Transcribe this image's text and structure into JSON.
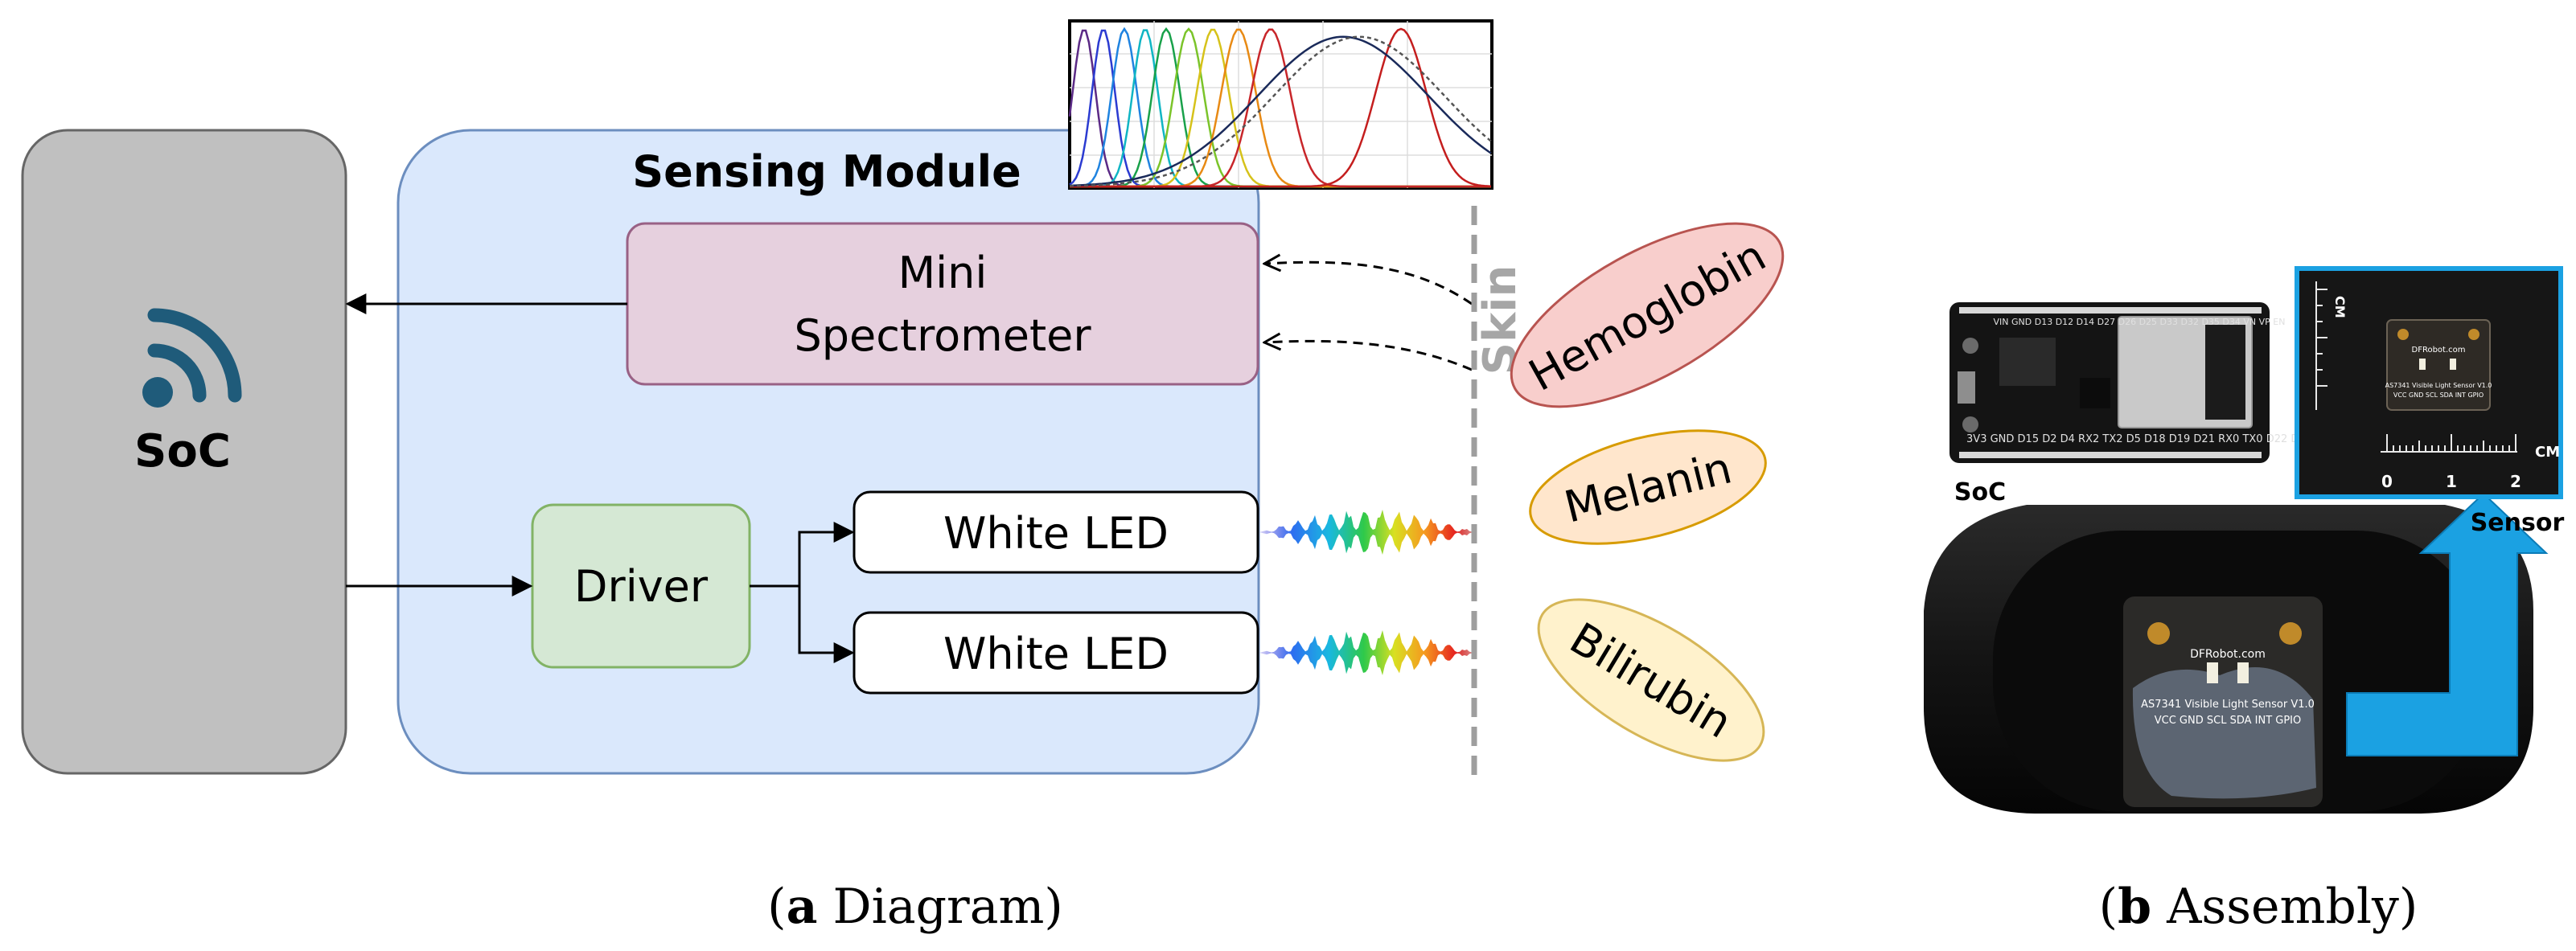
{
  "diagram": {
    "soc_label": "SoC",
    "sensing_module_title": "Sensing Module",
    "spectrometer_line1": "Mini",
    "spectrometer_line2": "Spectrometer",
    "driver_label": "Driver",
    "led1_label": "White LED",
    "led2_label": "White LED",
    "skin_label": "Skin",
    "chromophores": [
      "Hemoglobin",
      "Melanin",
      "Bilirubin"
    ]
  },
  "assembly": {
    "soc_label": "SoC",
    "sensor_label": "Sensor",
    "scale_unit": "CM",
    "scale_ticks": [
      "0",
      "1",
      "2"
    ],
    "board_text": "AS7341 Visible Light Sensor V1.0",
    "board_pins": "VCC GND SCL SDA INT GPIO",
    "board_brand": "DFRobot.com"
  },
  "captions": {
    "a_letter": "a",
    "a_text": " Diagram",
    "b_letter": "b",
    "b_text": " Assembly"
  },
  "colors": {
    "soc_fill": "#c0c0c0",
    "module_fill": "#dae8fc",
    "module_stroke": "#6c8ebf",
    "spectro_fill": "#e6d0de",
    "spectro_stroke": "#996185",
    "driver_fill": "#d5e8d4",
    "driver_stroke": "#82b366",
    "hemoglobin_fill": "#f8cecc",
    "hemoglobin_stroke": "#b85450",
    "melanin_fill": "#ffe6cc",
    "melanin_stroke": "#d79b00",
    "bilirubin_fill": "#fff2cc",
    "bilirubin_stroke": "#d6b656",
    "wifi_icon": "#1f5b7a",
    "arrow_blue": "#1ba1e2"
  }
}
